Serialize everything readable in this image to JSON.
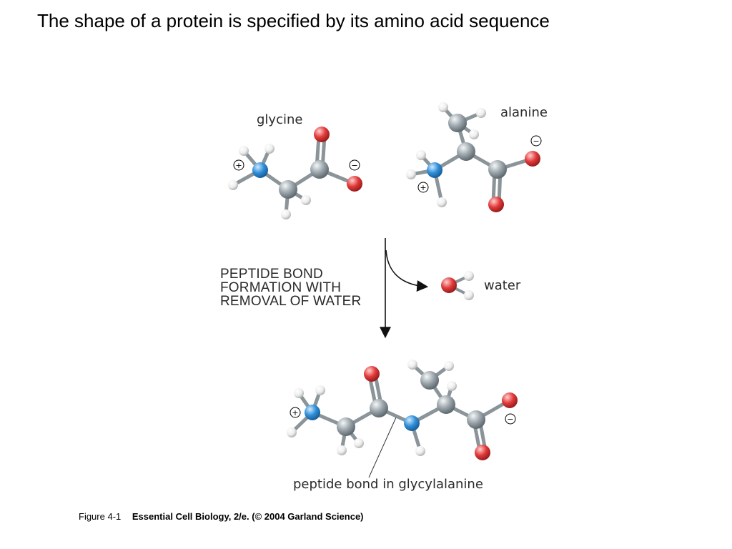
{
  "slide": {
    "title": "The shape of a protein is specified by its amino acid sequence"
  },
  "diagram": {
    "glycine_label": "glycine",
    "alanine_label": "alanine",
    "reaction_line1": "PEPTIDE BOND",
    "reaction_line2": "FORMATION WITH",
    "reaction_line3": "REMOVAL OF WATER",
    "water_label": "water",
    "product_label": "peptide bond in glycylalanine",
    "plus": "+",
    "minus": "−"
  },
  "caption": {
    "figure": "Figure 4-1",
    "source": "Essential Cell Biology, 2/e. (© 2004 Garland Science)"
  },
  "colors": {
    "carbon": "#9aa4aa",
    "nitrogen": "#2f8fd8",
    "oxygen": "#e23a3a",
    "hydrogen": "#f2f2f2"
  }
}
